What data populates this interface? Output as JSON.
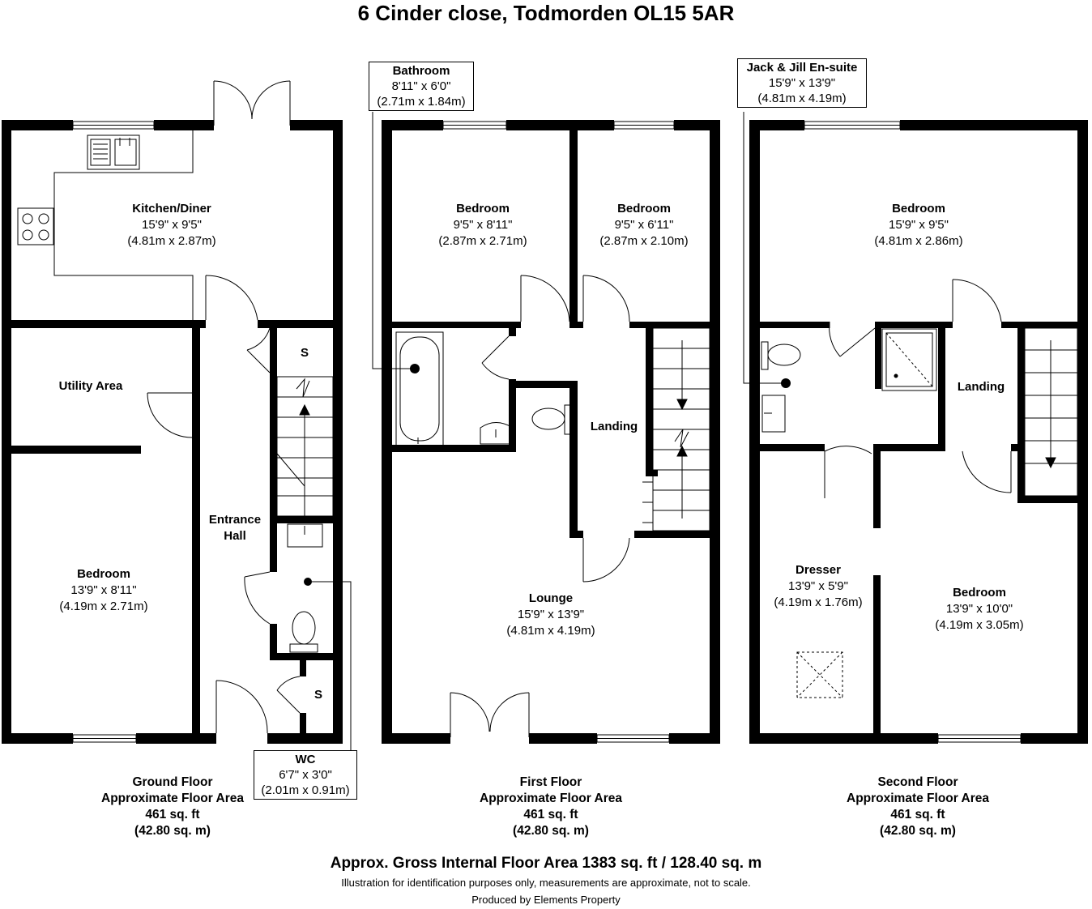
{
  "title": "6 Cinder close, Todmorden OL15 5AR",
  "rooms": {
    "kitchen": {
      "name": "Kitchen/Diner",
      "imperial": "15'9\" x 9'5\"",
      "metric": "(4.81m x 2.87m)"
    },
    "utility": {
      "name": "Utility Area"
    },
    "ground_bedroom": {
      "name": "Bedroom",
      "imperial": "13'9\" x 8'11\"",
      "metric": "(4.19m x 2.71m)"
    },
    "entrance": {
      "name_line1": "Entrance",
      "name_line2": "Hall"
    },
    "store_label": "S",
    "wc": {
      "name": "WC",
      "imperial": "6'7\" x 3'0\"",
      "metric": "(2.01m x 0.91m)"
    },
    "bathroom": {
      "name": "Bathroom",
      "imperial": "8'11\" x 6'0\"",
      "metric": "(2.71m x 1.84m)"
    },
    "first_bedroom_1": {
      "name": "Bedroom",
      "imperial": "9'5\" x 8'11\"",
      "metric": "(2.87m x 2.71m)"
    },
    "first_bedroom_2": {
      "name": "Bedroom",
      "imperial": "9'5\" x 6'11\"",
      "metric": "(2.87m x 2.10m)"
    },
    "first_landing": {
      "name": "Landing"
    },
    "lounge": {
      "name": "Lounge",
      "imperial": "15'9\" x 13'9\"",
      "metric": "(4.81m x 4.19m)"
    },
    "ensuite": {
      "name": "Jack & Jill En-suite",
      "imperial": "15'9\" x 13'9\"",
      "metric": "(4.81m x 4.19m)"
    },
    "second_bedroom_1": {
      "name": "Bedroom",
      "imperial": "15'9\" x 9'5\"",
      "metric": "(4.81m x 2.86m)"
    },
    "second_landing": {
      "name": "Landing"
    },
    "dresser": {
      "name": "Dresser",
      "imperial": "13'9\" x 5'9\"",
      "metric": "(4.19m x 1.76m)"
    },
    "second_bedroom_2": {
      "name": "Bedroom",
      "imperial": "13'9\" x 10'0\"",
      "metric": "(4.19m x 3.05m)"
    }
  },
  "floors": {
    "ground": {
      "name": "Ground Floor",
      "label": "Approximate Floor Area",
      "sqft": "461 sq. ft",
      "sqm": "(42.80 sq. m)"
    },
    "first": {
      "name": "First Floor",
      "label": "Approximate Floor Area",
      "sqft": "461 sq. ft",
      "sqm": "(42.80 sq. m)"
    },
    "second": {
      "name": "Second Floor",
      "label": "Approximate Floor Area",
      "sqft": "461 sq. ft",
      "sqm": "(42.80 sq. m)"
    }
  },
  "footer": {
    "gross": "Approx. Gross Internal Floor Area 1383 sq. ft / 128.40 sq. m",
    "disclaimer": "Illustration for identification purposes only, measurements are approximate, not to scale.",
    "produced": "Produced by Elements Property"
  }
}
